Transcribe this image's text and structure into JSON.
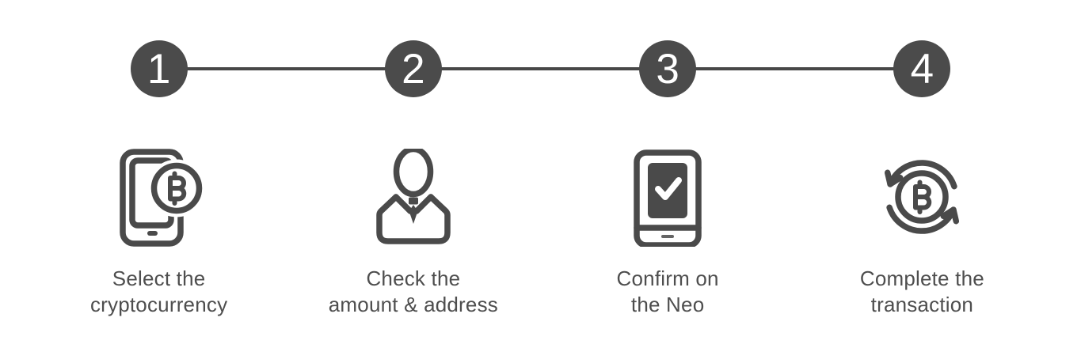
{
  "diagram": {
    "type": "horizontal-stepper",
    "step_count": 4
  },
  "colors": {
    "accent": "#4a4a4a",
    "circle_fill": "#4b4b4b",
    "number_text": "#ffffff",
    "label_text": "#4e4e4e",
    "background": "#ffffff"
  },
  "steps": [
    {
      "number": "1",
      "label": "Select the\ncryptocurrency",
      "icon": "phone-bitcoin-icon"
    },
    {
      "number": "2",
      "label": "Check the\namount & address",
      "icon": "person-tie-icon"
    },
    {
      "number": "3",
      "label": "Confirm on\nthe Neo",
      "icon": "device-checkmark-icon"
    },
    {
      "number": "4",
      "label": "Complete the\ntransaction",
      "icon": "bitcoin-refresh-icon"
    }
  ]
}
